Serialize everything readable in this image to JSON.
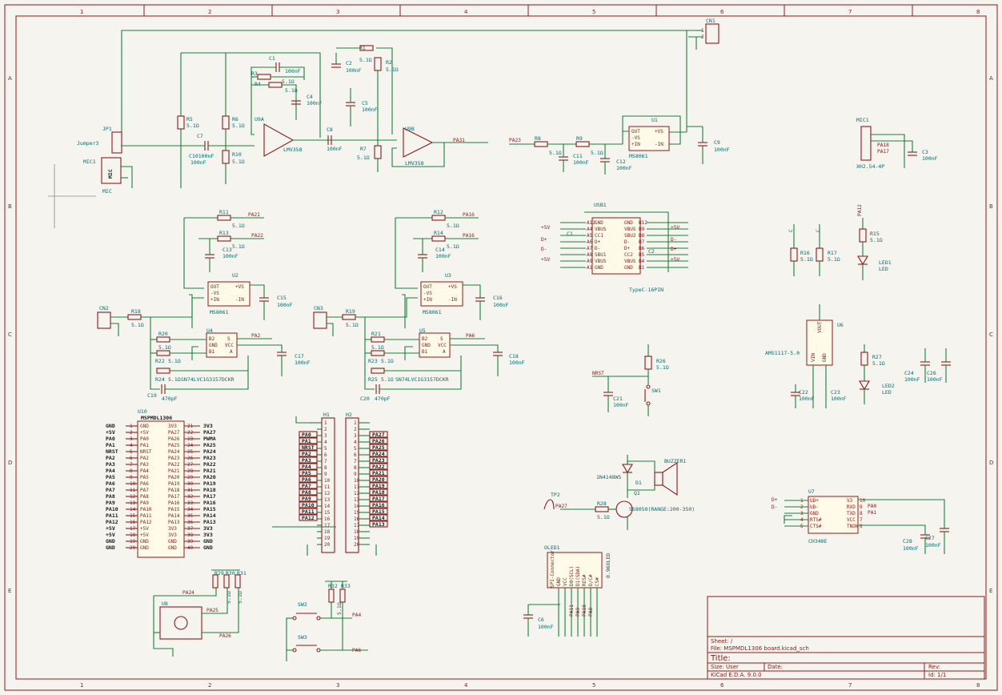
{
  "grid": {
    "cols": [
      "1",
      "2",
      "3",
      "4",
      "5",
      "6",
      "7",
      "8"
    ],
    "rows": [
      "A",
      "B",
      "C",
      "D",
      "E"
    ]
  },
  "title_block": {
    "sheet": "Sheet: /",
    "file": "File: MSPMDL1306 board.kicad_sch",
    "title": "Title:",
    "size": "Size: User",
    "date": "Date:",
    "rev": "Rev:",
    "kicad": "KiCad E.D.A. 9.0.0",
    "id": "Id: 1/1"
  },
  "u10": {
    "ref": "U10",
    "name": "MSPMDL1306",
    "left_nets": [
      "GND",
      "+5V",
      "PA0",
      "PA1",
      "NRST",
      "PA2",
      "PA3",
      "PA4",
      "PA5",
      "PA6",
      "PA7",
      "PA8",
      "PA9",
      "PA10",
      "PA11",
      "PA12",
      "+5V",
      "+5V",
      "GND",
      "GND"
    ],
    "left_pins": [
      "1",
      "2",
      "3",
      "4",
      "5",
      "6",
      "7",
      "8",
      "9",
      "10",
      "11",
      "12",
      "13",
      "14",
      "15",
      "16",
      "17",
      "18",
      "19",
      "20"
    ],
    "left_inner": [
      "GND",
      "+5V",
      "PA0",
      "PA1",
      "NRST",
      "PA2",
      "PA3",
      "PA4",
      "PA5",
      "PA6",
      "PA7",
      "PA8",
      "PA9",
      "PA10",
      "PA11",
      "PA12",
      "+5V",
      "+5V",
      "GND",
      "GND"
    ],
    "right_pins": [
      "21",
      "22",
      "23",
      "24",
      "25",
      "26",
      "27",
      "28",
      "29",
      "30",
      "31",
      "32",
      "33",
      "34",
      "35",
      "36",
      "37",
      "38",
      "39",
      "40"
    ],
    "right_inner": [
      "3V3",
      "PA27",
      "PA26",
      "PA25",
      "PA24",
      "PA23",
      "PA22",
      "PA21",
      "PA20",
      "PA19",
      "PA18",
      "PA17",
      "PA16",
      "PA15",
      "PA14",
      "PA13",
      "3V3",
      "3V3",
      "GND",
      "GND"
    ],
    "right_nets": [
      "3V3",
      "PA27",
      "PWMA",
      "PA25",
      "PA24",
      "PA23",
      "PA22",
      "PA21",
      "PA20",
      "PA19",
      "PA18",
      "PA17",
      "PA16",
      "PA15",
      "PA14",
      "PA13",
      "3V3",
      "3V3",
      "GND",
      "GND"
    ]
  },
  "h1": {
    "ref": "H1",
    "pins": [
      "1",
      "2",
      "3",
      "4",
      "5",
      "6",
      "7",
      "8",
      "9",
      "10",
      "11",
      "12",
      "13",
      "14",
      "15",
      "16",
      "17",
      "18",
      "19",
      "20"
    ],
    "labels": [
      "",
      "",
      "PA0",
      "PA1",
      "NRST",
      "PA2",
      "PA3",
      "PA4",
      "PA5",
      "PA6",
      "PA7",
      "PA8",
      "PA9",
      "PA10",
      "PA11",
      "PA12",
      "",
      "",
      "",
      ""
    ]
  },
  "h2": {
    "ref": "H2",
    "pins": [
      "1",
      "2",
      "3",
      "4",
      "5",
      "6",
      "7",
      "8",
      "9",
      "10",
      "11",
      "12",
      "13",
      "14",
      "15",
      "16",
      "17",
      "18",
      "19",
      "20"
    ],
    "labels": [
      "",
      "",
      "PA27",
      "PA26",
      "PA25",
      "PA24",
      "PA23",
      "PA22",
      "PA21",
      "PA20",
      "PA19",
      "PA18",
      "PA17",
      "PA16",
      "PA15",
      "PA14",
      "PA13",
      "",
      "",
      ""
    ]
  },
  "mic": {
    "jp1": "JP1",
    "jp1_val": "Jumper3",
    "mic1": "MIC1",
    "mic_val": "MIC",
    "mic_text": "MIC"
  },
  "amp": {
    "u9a": "U9A",
    "u9a_val": "LMV358",
    "u9b": "U9B",
    "u9b_val": "LMV358",
    "c1": "C1",
    "c1_val": "100nF",
    "c2": "C2",
    "c2_val": "100nF",
    "c4": "C4",
    "c4_val": "100nF",
    "c5": "C5",
    "c5_val": "100nF",
    "c7": "C7",
    "c8": "C8",
    "c8_val": "100nF",
    "c10": "C10",
    "c10_val": "100nF",
    "c10_ref2": "C10100nF",
    "r1": "R1",
    "r1_val": "5.1Ω",
    "r2": "R2",
    "r2_val": "5.1Ω",
    "r3": "R3",
    "r4": "R4",
    "r4_val": "5.1Ω",
    "r4_val2": "5.1Ω",
    "r5": "R5",
    "r5_val": "5.1Ω",
    "r6": "R6",
    "r6_val": "5.1Ω",
    "r7": "R7",
    "r7_val": "5.1Ω",
    "r10": "R10",
    "r10_val": "5.1Ω",
    "out_net": "PA31",
    "cn1": "CN1",
    "cn1_pin1": "1",
    "cn1_pin2": "2"
  },
  "filter": {
    "net_in": "PA23",
    "r8": "R8",
    "r8_val": "5.1Ω",
    "r9": "R9",
    "r9_val": "5.1Ω",
    "c11": "C11",
    "c11_val": "100nF",
    "c12": "C12",
    "c12_val": "100nF",
    "c9": "C9",
    "c9_val": "100nF",
    "u1": "U1",
    "u1_val": "MS8061",
    "u1_pins": [
      "OUT",
      "-VS",
      "+IN",
      "+VS",
      "-IN"
    ]
  },
  "mic_con": {
    "ref": "MIC1",
    "val": "XH2.54-4P",
    "nets": [
      "PA18",
      "PA17"
    ],
    "c3": "C3",
    "c3_val": "100nF"
  },
  "usb": {
    "ref": "USB1",
    "val": "TypeC-16PIN",
    "left_pins": [
      "A12",
      "A4",
      "A5",
      "A6",
      "A7",
      "A8",
      "A9",
      "A1"
    ],
    "left_names": [
      "GND",
      "VBUS",
      "CC1",
      "D+",
      "D-",
      "SBU1",
      "VBUS",
      "GND"
    ],
    "right_names": [
      "GND",
      "VBUS",
      "SBU2",
      "D-",
      "D+",
      "CC2",
      "VBUS",
      "GND"
    ],
    "right_pins": [
      "B12",
      "B9",
      "B8",
      "B7",
      "B6",
      "B5",
      "B4",
      "B1"
    ],
    "nets_left": [
      "+5V",
      "D+",
      "D-",
      "+5V"
    ],
    "nets_right": [
      "+5V",
      "D-",
      "D+",
      "+5V"
    ],
    "c1": "C1",
    "c2": "C2"
  },
  "leds": {
    "c_a": "C",
    "c_b": "C",
    "r16": "R16",
    "r16_val": "5.1Ω",
    "r17": "R17",
    "r17_val": "5.1Ω",
    "r15": "R15",
    "r15_val": "5.1Ω",
    "led1": "LED1",
    "led1_val": "LED",
    "net_pa12": "PA12",
    "r27": "R27",
    "r27_val": "5.1Ω",
    "led2": "LED2",
    "led2_val": "LED"
  },
  "ldo": {
    "ref": "U6",
    "val": "AMS1117-5.0",
    "pins": [
      "VIN",
      "GND",
      "VOUT"
    ],
    "c22": "C22",
    "c22_val": "100nF",
    "c23": "C23",
    "c23_val": "100nF",
    "c24": "C24",
    "c24_val": "100nF",
    "c26": "C26",
    "c26_val": "100nF"
  },
  "channel1": {
    "cn2": "CN2",
    "r18": "R18",
    "r18_val": "5.1Ω",
    "r11": "R11",
    "r11_val": "5.1Ω",
    "r11_net": "PA21",
    "r13": "R13",
    "r13_val": "5.1Ω",
    "r13_net": "PA22",
    "c13": "C13",
    "c13_val": "100nF",
    "u2": "U2",
    "u2_val": "MS8061",
    "u2_pins": [
      "OUT",
      "-VS",
      "+IN",
      "+VS",
      "-IN"
    ],
    "c15": "C15",
    "c15_val": "100nF",
    "u4": "U4",
    "u4_pins": [
      "B2",
      "GND",
      "B1",
      "S",
      "VCC",
      "A"
    ],
    "u4_val": "SN74LVC1G3157DCKR",
    "r20": "R20",
    "r20_val": "5.1Ω",
    "r22": "R22",
    "r22_val": "5.1Ω",
    "r24": "R24",
    "r24_val": "5.1Ω",
    "c17": "C17",
    "c17_val": "100nF",
    "c19": "C19",
    "c19_val": "470pF",
    "net_a": "PA2"
  },
  "channel2": {
    "cn3": "CN3",
    "r19": "R19",
    "r19_val": "5.1Ω",
    "r12": "R12",
    "r12_val": "5.1Ω",
    "r12_net": "PA16",
    "r14": "R14",
    "r14_val": "5.1Ω",
    "r14_net": "PA16",
    "c14": "C14",
    "c14_val": "100nF",
    "u3": "U3",
    "u3_val": "MS8061",
    "u3_pins": [
      "OUT",
      "-VS",
      "+IN",
      "+VS",
      "-IN"
    ],
    "c16": "C16",
    "c16_val": "100nF",
    "u5": "U5",
    "u5_pins": [
      "B2",
      "GND",
      "B1",
      "S",
      "VCC",
      "A"
    ],
    "u5_val": "SN74LVC1G3157DCKR",
    "r21": "R21",
    "r21_val": "5.1Ω",
    "r23": "R23",
    "r23_val": "5.1Ω",
    "r25": "R25",
    "r25_val": "5.1Ω",
    "c18": "C18",
    "c18_val": "100nF",
    "c20": "C20",
    "c20_val": "470pF",
    "net_a": "PA6"
  },
  "reset": {
    "net": "NRST",
    "r26": "R26",
    "r26_val": "5.1Ω",
    "c21": "C21",
    "c21_val": "100nF",
    "sw1": "SW1"
  },
  "buzzer": {
    "ref": "BUZZER1",
    "d1": "D1",
    "d1_val": "1N4148WS",
    "q1": "Q1",
    "q1_val": "SS8050(RANGE:200-350)",
    "r28": "R28",
    "r28_val": "5.1Ω",
    "tp": "TP2",
    "net": "PA27"
  },
  "uart": {
    "ref": "U7",
    "val": "CH340E",
    "left": [
      "UD+",
      "UD-",
      "GND",
      "RTS#",
      "CTS#"
    ],
    "left_pins": [
      "1",
      "2",
      "3",
      "4",
      "5"
    ],
    "right": [
      "V3",
      "RXD",
      "TXD",
      "VCC",
      "TNOW"
    ],
    "right_pins": [
      "10",
      "9",
      "8",
      "7",
      "6"
    ],
    "nets_left": [
      "D+",
      "D-"
    ],
    "nets_right": [
      "PA0",
      "PA1"
    ],
    "c28": "C28",
    "c28_val": "100nF",
    "c27": "C27",
    "c27_val": "100nF"
  },
  "encoder": {
    "ref": "U8",
    "r29": "R29",
    "r30": "R30",
    "r31": "R31",
    "vals": [
      "5.1Ω",
      "5.1Ω"
    ],
    "nets": [
      "PA24",
      "PA25",
      "PA26"
    ]
  },
  "keys": {
    "sw2": "SW2",
    "sw3": "SW3",
    "r32": "R32",
    "r33": "R33",
    "val": "5.1Ω",
    "nets": [
      "PA4",
      "PA6"
    ]
  },
  "oled": {
    "ref": "OLED1",
    "val": "0.96OLED",
    "conn": "SPI-Connector",
    "pins": [
      "GND",
      "VCC",
      "D0(SCL)",
      "D1(SDA)",
      "RES#",
      "D/C#",
      "CS#"
    ],
    "nets": [
      "PA11",
      "PA9",
      "PA10",
      "PA8"
    ],
    "c6": "C6",
    "c6_val": "100nF"
  }
}
